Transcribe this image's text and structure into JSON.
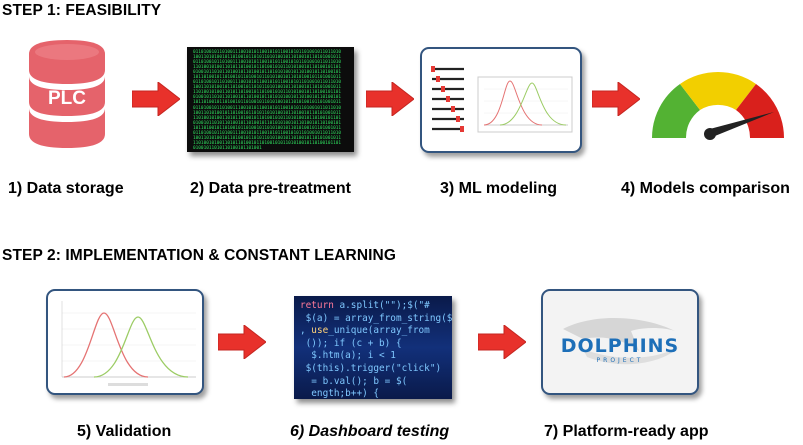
{
  "step1": {
    "title": "STEP 1: FEASIBILITY",
    "items": [
      {
        "label": "1) Data storage",
        "icon_text": "PLC"
      },
      {
        "label": "2) Data pre-treatment"
      },
      {
        "label": "3) ML modeling"
      },
      {
        "label": "4) Models comparison"
      }
    ]
  },
  "step2": {
    "title": "STEP 2: IMPLEMENTATION & CONSTANT LEARNING",
    "items": [
      {
        "label": "5) Validation"
      },
      {
        "label": "6) Dashboard testing"
      },
      {
        "label": "7) Platform-ready app",
        "logo_main": "DOLPHINS",
        "logo_sub": "PROJECT"
      }
    ]
  },
  "colors": {
    "arrow": "#e8312b",
    "database": "#e5636b",
    "card_border": "#33557f",
    "gauge_green": "#53b233",
    "gauge_yellow": "#f2cf00",
    "gauge_red": "#d9201c",
    "binary_text": "#2fe05f",
    "curve_red": "#e57373",
    "curve_green": "#9ccc65",
    "logo_blue": "#1d6fb8"
  }
}
